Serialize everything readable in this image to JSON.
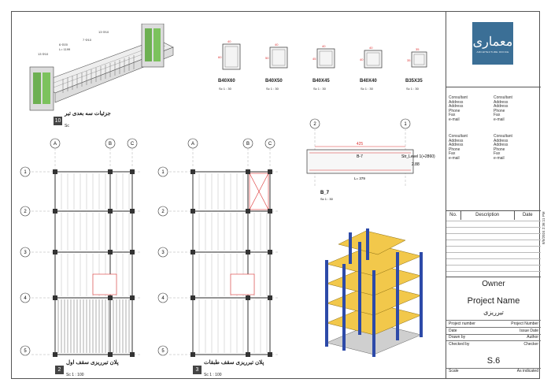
{
  "logo": {
    "brand_glyph": "معماری",
    "tagline": "ARCHITECTURE OFFICE"
  },
  "consultants": [
    [
      "Consultant",
      "Address",
      "Address",
      "Phone",
      "Fax",
      "e-mail"
    ],
    [
      "Consultant",
      "Address",
      "Address",
      "Phone",
      "Fax",
      "e-mail"
    ],
    [
      "Consultant",
      "Address",
      "Address",
      "Phone",
      "Fax",
      "e-mail"
    ],
    [
      "Consultant",
      "Address",
      "Address",
      "Phone",
      "Fax",
      "e-mail"
    ]
  ],
  "revisions": {
    "no": "No.",
    "description": "Description",
    "date": "Date"
  },
  "owner": "Owner",
  "project_name": "Project Name",
  "sheet_title": "تیرریزی",
  "meta": [
    [
      "Project number",
      "Project Number"
    ],
    [
      "Date",
      "Issue Date"
    ],
    [
      "Drawn by",
      "Author"
    ],
    [
      "Checked by",
      "Checker"
    ]
  ],
  "sheet_number": "S.6",
  "scale_label": "Scale",
  "scale_value": "As indicated",
  "print_date": "8/5/2024 2:36:11 PM",
  "views": {
    "v10": {
      "num": "10",
      "title": "جزئیات سه بعدی تیر",
      "scale": "Sc"
    },
    "v2": {
      "num": "2",
      "title": "پلان تیرریزی سقف اول",
      "scale": "Sc  1 : 100"
    },
    "v3": {
      "num": "3",
      "title": "پلان تیرریزی سقف طبقات",
      "scale": "Sc  1 : 100"
    }
  },
  "beam_sections": [
    {
      "name": "B40X60",
      "scale": "Sc   1 : 30"
    },
    {
      "name": "B40X50",
      "scale": "Sc   1 : 30"
    },
    {
      "name": "B40X45",
      "scale": "Sc   1 : 30"
    },
    {
      "name": "B40X40",
      "scale": "Sc   1 : 30"
    },
    {
      "name": "B35X35",
      "scale": "Sc   1 : 30"
    }
  ],
  "beam_detail": {
    "name": "B_7",
    "scale": "Sc   1 : 30",
    "level": "Str_Level 1(+2860)",
    "level_value": "2.88",
    "dim": "425",
    "label": "B-7",
    "len": "L= 379"
  },
  "grid_cols": [
    "A",
    "B",
    "C"
  ],
  "grid_rows": [
    "1",
    "2",
    "3",
    "4",
    "5"
  ],
  "detail_grid": [
    "2",
    "1"
  ],
  "iso_labels": [
    "13 Φ10",
    "7 Φ10",
    "6 Φ20",
    "L= 1199",
    "13 Φ10"
  ]
}
